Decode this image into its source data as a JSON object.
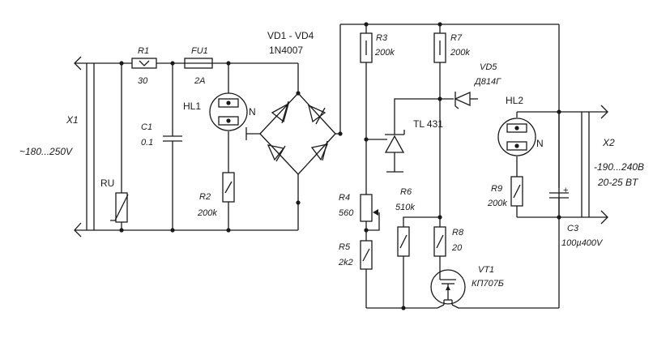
{
  "labels": {
    "x1": "X1",
    "x1_voltage": "~180...250V",
    "r1": "R1",
    "r1_value": "30",
    "fu1": "FU1",
    "fu1_value": "2A",
    "vd1_vd4": "VD1 - VD4",
    "vd1_vd4_type": "1N4007",
    "hl1": "HL1",
    "hl1_n": "N",
    "c1": "C1",
    "c1_value": "0.1",
    "ru": "RU",
    "r2": "R2",
    "r2_value": "200k",
    "r3": "R3",
    "r3_value": "200k",
    "r7": "R7",
    "r7_value": "200k",
    "vd5": "VD5",
    "vd5_type": "Д814Г",
    "tl431": "TL 431",
    "r4": "R4",
    "r4_value": "560",
    "r5": "R5",
    "r5_value": "2k2",
    "r6": "R6",
    "r6_value": "510k",
    "r8": "R8",
    "r8_value": "20",
    "vt1": "VT1",
    "vt1_type": "КП707Б",
    "hl2": "HL2",
    "hl2_n": "N",
    "r9": "R9",
    "r9_value": "200k",
    "c3": "C3",
    "c3_value": "100µ400V",
    "x2": "X2",
    "x2_voltage": "-190...240B",
    "x2_power": "20-25 BT",
    "c3_plus": "+"
  }
}
